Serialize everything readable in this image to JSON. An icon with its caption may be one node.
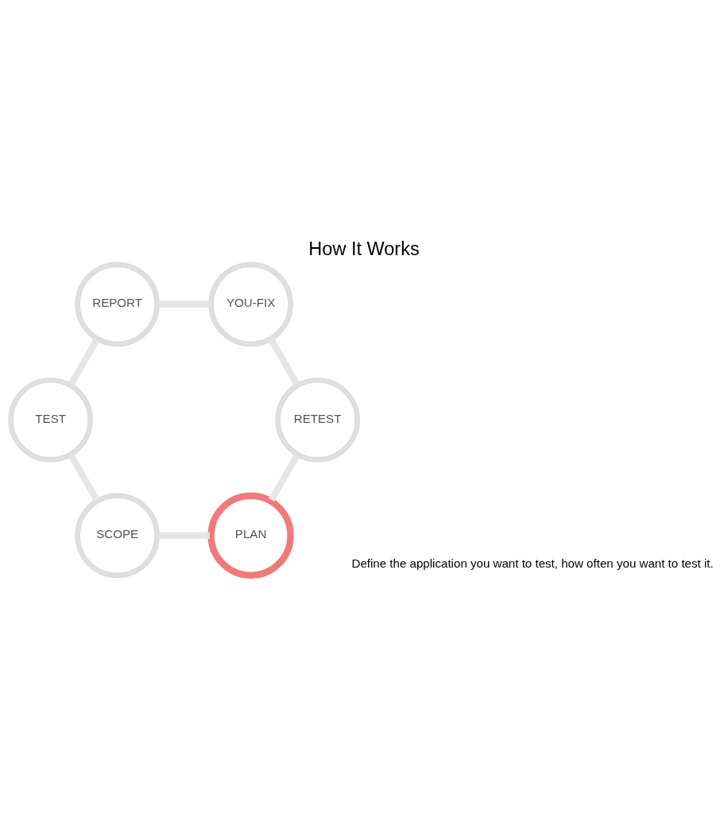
{
  "diagram": {
    "title": "How It Works",
    "nodes": [
      {
        "text": [
          "PLAN"
        ]
      },
      {
        "text": [
          "SCOPE"
        ]
      },
      {
        "text": [
          "TEST"
        ]
      },
      {
        "text": [
          "REPORT"
        ]
      },
      {
        "text": [
          "YOU-FIX"
        ]
      },
      {
        "text": [
          "RETEST"
        ]
      }
    ],
    "edges": [
      {
        "from": 0,
        "to": 1,
        "arrow": "none"
      },
      {
        "from": 1,
        "to": 2,
        "arrow": "none"
      },
      {
        "from": 2,
        "to": 3,
        "arrow": "none"
      },
      {
        "from": 3,
        "to": 4,
        "arrow": "none"
      },
      {
        "from": 4,
        "to": 5,
        "arrow": "none"
      },
      {
        "from": 5,
        "to": 0,
        "arrow": "none"
      }
    ],
    "labels": [
      "Define the application you want to test, how often you want to test it."
    ]
  }
}
